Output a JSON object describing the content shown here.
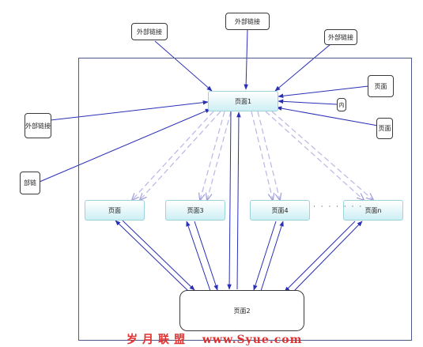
{
  "diagram": {
    "external_nodes": [
      {
        "id": "ext-top-left",
        "label": "外部链接"
      },
      {
        "id": "ext-top-mid",
        "label": "外部链接"
      },
      {
        "id": "ext-top-right",
        "label": "外部链接"
      },
      {
        "id": "ext-left-mid",
        "label": "外部链接"
      },
      {
        "id": "ext-left-low",
        "label": "部链"
      },
      {
        "id": "ext-right-top",
        "label": "页面"
      },
      {
        "id": "ext-right-low",
        "label": "页面"
      }
    ],
    "inner_label": "内",
    "home_page": "页面1",
    "sub_pages": [
      "页面",
      "页面3",
      "页面4",
      "页面n"
    ],
    "ellipsis": "· · · · · · ·",
    "hub_page": "页面2"
  },
  "watermark": {
    "text_cn": "岁月联盟",
    "text_url": "www.Syue.com"
  }
}
